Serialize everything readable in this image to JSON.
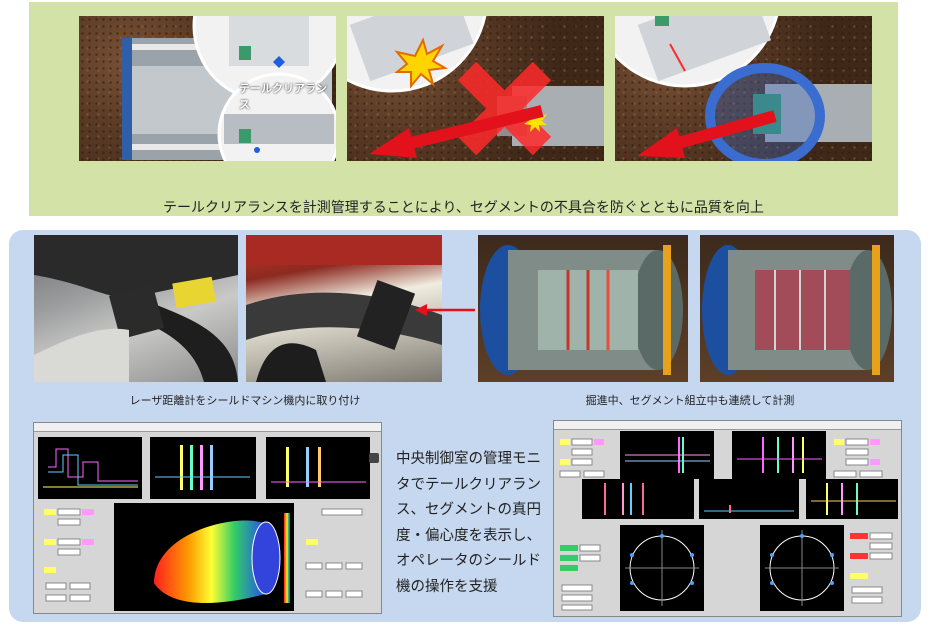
{
  "top": {
    "clearance_label": "テールクリアランス",
    "caption": "テールクリアランスを計測管理することにより、セグメントの不具合を防ぐとともに品質を向上"
  },
  "bottom": {
    "left_caption": "レーザ距離計をシールドマシン機内に取り付け",
    "right_caption": "掘進中、セグメント組立中も連続して計測",
    "description": [
      "中央制御室の管理モニ",
      "タでテールクリアラン",
      "ス、セグメントの真円",
      "度・偏心度を表示し、",
      "オペレータのシールド",
      "機の操作を支援"
    ]
  },
  "colors": {
    "top_panel": "#d3e3a7",
    "bottom_panel": "#c6d8ef",
    "arrow_red": "#e3111b",
    "shield_blue": "#2f5fa8"
  },
  "icons": [
    "arrow-icon",
    "explosion-icon",
    "cross-mark-icon",
    "ring-highlight-icon",
    "camera-icon"
  ]
}
